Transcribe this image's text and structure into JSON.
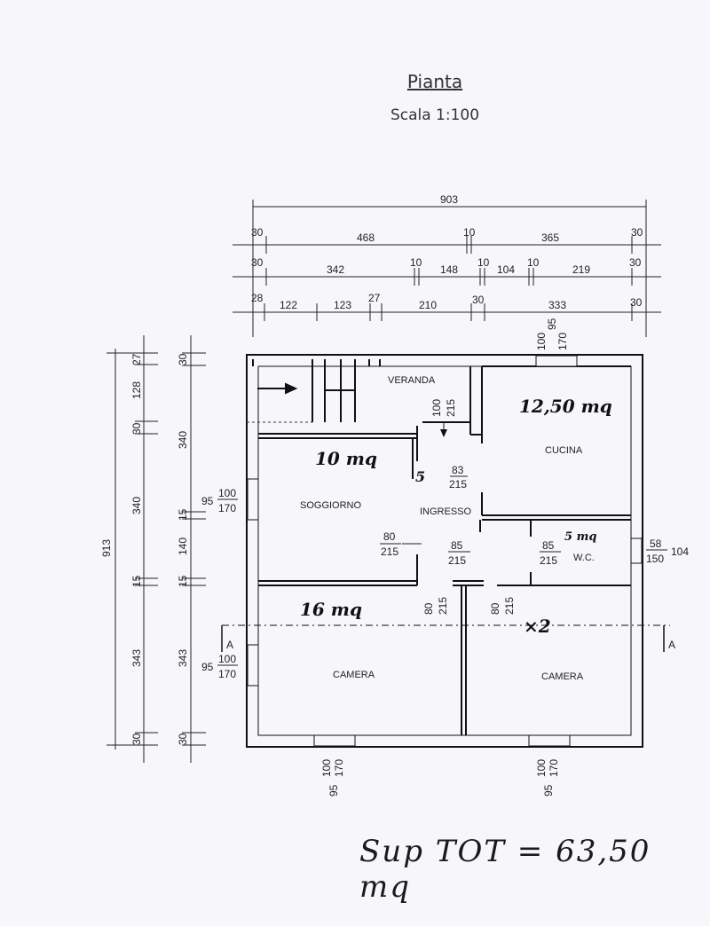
{
  "header": {
    "title": "Pianta",
    "scale": "Scala 1:100"
  },
  "total_area": "Sup TOT = 63,50 mq",
  "rooms": {
    "veranda": "VERANDA",
    "cucina": "CUCINA",
    "soggiorno": "SOGGIORNO",
    "ingresso": "INGRESSO",
    "wc": "W.C.",
    "camera_left": "CAMERA",
    "camera_right": "CAMERA"
  },
  "handwritten": {
    "cucina_area": "12,50 mq",
    "soggiorno_area": "10 mq",
    "wc_area": "5 mq",
    "camera_area": "16 mq",
    "x_mark": "×2",
    "five_mark": "5"
  },
  "section": {
    "label": "A"
  },
  "overall": {
    "width": "903",
    "height": "913"
  },
  "dim_rows": {
    "row1": [
      "30",
      "468",
      "10",
      "365",
      "30"
    ],
    "row2": [
      "30",
      "342",
      "10",
      "148",
      "10",
      "104",
      "10",
      "219",
      "30"
    ],
    "row3": [
      "28",
      "122",
      "123",
      "27",
      "210",
      "30",
      "333",
      "30"
    ]
  },
  "dim_cols": {
    "col1": [
      "27",
      "128",
      "30",
      "340",
      "15",
      "343",
      "30"
    ],
    "col2": [
      "30",
      "340",
      "15",
      "140",
      "15",
      "343",
      "30"
    ]
  },
  "openings": {
    "top_window_w": "100",
    "top_window_h": "170",
    "top_window_sill": "95",
    "left_sogg_w": "100",
    "left_sogg_h": "170",
    "left_sogg_sill": "95",
    "left_cam_w": "100",
    "left_cam_h": "170",
    "left_cam_sill": "95",
    "bot_left_w": "100",
    "bot_left_h": "170",
    "bot_left_sill": "95",
    "bot_right_w": "100",
    "bot_right_h": "170",
    "bot_right_sill": "95",
    "wc_window_w": "58",
    "wc_window_h": "150",
    "wc_window_sill": "104",
    "door_veranda_w": "100",
    "door_veranda_h": "215",
    "door_cucina_w": "83",
    "door_cucina_h": "215",
    "door_sogg_w": "80",
    "door_sogg_h": "215",
    "door_ingr_w": "85",
    "door_ingr_h": "215",
    "door_wc_w": "85",
    "door_wc_h": "215",
    "door_cam1_w": "80",
    "door_cam1_h": "215",
    "door_cam2_w": "80",
    "door_cam2_h": "215"
  }
}
